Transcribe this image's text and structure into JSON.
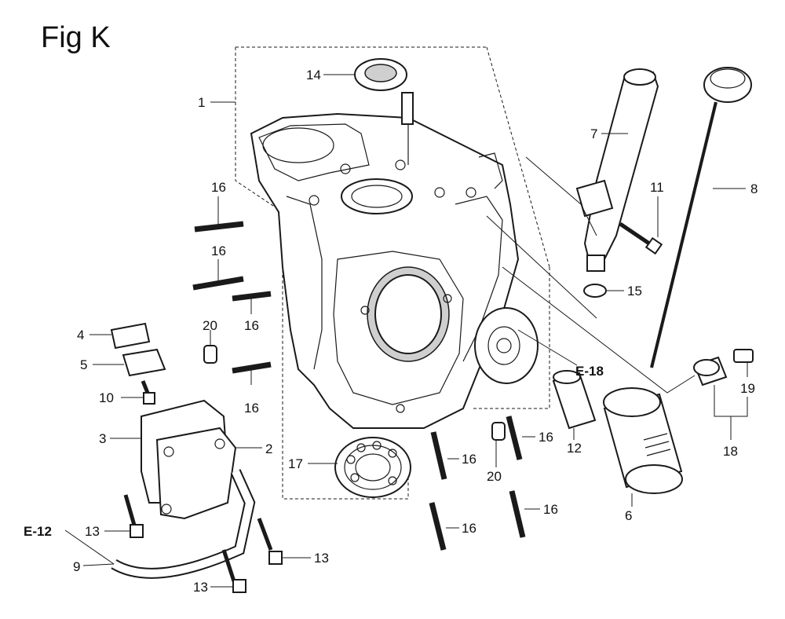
{
  "figure": {
    "title": "Fig K"
  },
  "refs": {
    "e12": "E-12",
    "e18": "E-18"
  },
  "callouts": {
    "c1": "1",
    "c2": "2",
    "c3": "3",
    "c4": "4",
    "c5": "5",
    "c6": "6",
    "c7": "7",
    "c8": "8",
    "c9": "9",
    "c10": "10",
    "c11": "11",
    "c12": "12",
    "c13": "13",
    "c14": "14",
    "c15": "15",
    "c16": "16",
    "c17": "17",
    "c18": "18",
    "c19": "19",
    "c20": "20"
  }
}
